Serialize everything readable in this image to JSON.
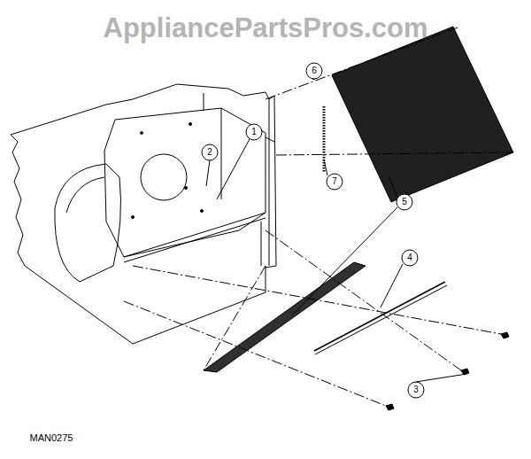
{
  "diagram": {
    "labels": [
      "AppliancePartsPros.com",
      "1",
      "2",
      "3",
      "4",
      "5",
      "6",
      "7",
      "MAN0275"
    ]
  }
}
